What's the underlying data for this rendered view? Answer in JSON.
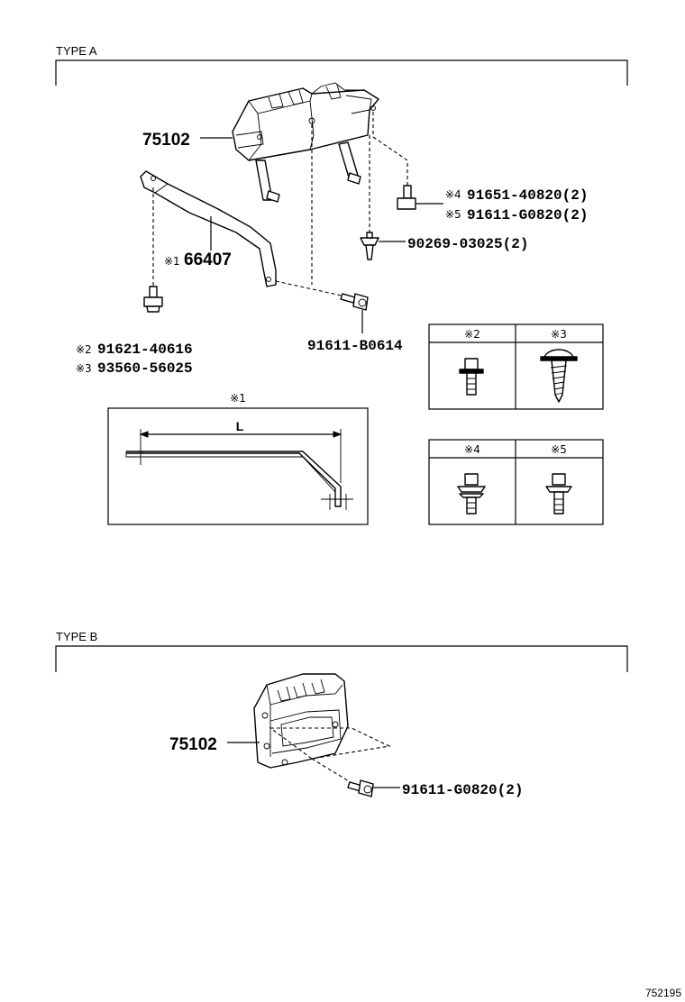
{
  "type_a": {
    "title": "TYPE A",
    "parts": {
      "bracket": "75102",
      "stay": "66407",
      "bolt_4": "91651-40820(2)",
      "bolt_5": "91611-G0820(2)",
      "clip": "90269-03025(2)",
      "bolt_front": "91611-B0614",
      "bolt_2": "91621-40616",
      "screw_3": "93560-56025"
    },
    "marks": {
      "m1": "※1",
      "m2": "※2",
      "m3": "※3",
      "m4": "※4",
      "m5": "※5"
    },
    "detail_stay": {
      "heading": "※1",
      "dim_label": "L"
    },
    "fastener_table_1": {
      "col1": "※2",
      "col2": "※3"
    },
    "fastener_table_2": {
      "col1": "※4",
      "col2": "※5"
    }
  },
  "type_b": {
    "title": "TYPE B",
    "parts": {
      "bracket": "75102",
      "bolt": "91611-G0820(2)"
    }
  },
  "figure_id": "752195"
}
